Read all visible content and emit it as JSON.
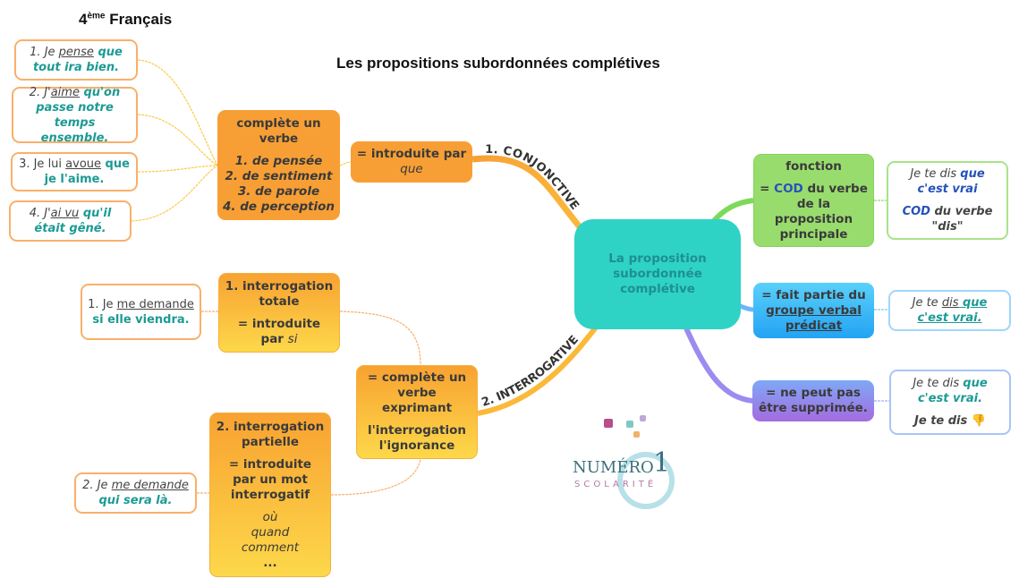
{
  "header": {
    "level_num": "4",
    "level_sup": "ème",
    "subject": "Français",
    "title": "Les propositions subordonnées complétives"
  },
  "center": {
    "label": "La proposition subordonnée complétive"
  },
  "branches": {
    "conj": "1. CONJONCTIVE",
    "interro": "2. INTERROGATIVE"
  },
  "conj": {
    "intro": {
      "l1": "= introduite par",
      "l2": "que"
    },
    "verbe": {
      "title": "complète un verbe",
      "items": [
        "1. de pensée",
        "2. de sentiment",
        "3. de parole",
        "4. de perception"
      ]
    },
    "examples": [
      {
        "num": "1. Je ",
        "verb": "pense",
        "sub": " que tout ira bien."
      },
      {
        "num": "2. J'",
        "verb": "aime",
        "sub": " qu'on passe notre temps ensemble."
      },
      {
        "num": "3. Je lui ",
        "verb": "avoue",
        "sub": " que je l'aime."
      },
      {
        "num": "4. J'",
        "verb": "ai vu",
        "sub": " qu'il était gêné."
      }
    ]
  },
  "interro": {
    "main": {
      "l1": "= complète un verbe exprimant",
      "l2": "l'interrogation",
      "l3": "l'ignorance"
    },
    "totale": {
      "title": "1. interrogation totale",
      "l2": "=  introduite par ",
      "si": "si"
    },
    "partielle": {
      "title": "2. interrogation partielle",
      "l2": "= introduite par un mot interrogatif",
      "words": [
        "où",
        "quand",
        "comment",
        "..."
      ]
    },
    "ex_totale": {
      "pre": "1. Je ",
      "verb": "me demande",
      "sub": " si elle viendra."
    },
    "ex_partielle": {
      "pre": "2. Je ",
      "verb": "me demande",
      "sub": "qui sera là."
    }
  },
  "right": {
    "fonction": {
      "title": "fonction",
      "eq": "= ",
      "cod": "COD",
      "rest": " du verbe de la proposition principale"
    },
    "fonction_ex": {
      "pre": "Je te dis ",
      "sub": "que c'est vrai",
      "cod": "COD",
      "rest": " du verbe \"dis\""
    },
    "gv": {
      "pre": "= fait partie du ",
      "u": "groupe verbal prédicat"
    },
    "gv_ex": {
      "pre": "Je te ",
      "verb": "dis",
      "sub": " que c'est vrai."
    },
    "supp": {
      "label": "= ne peut pas être supprimée."
    },
    "supp_ex": {
      "pre": "Je te dis ",
      "sub": "que c'est vrai.",
      "l2": "Je te dis",
      "icon": "thumbs-down-icon"
    }
  },
  "logo": {
    "l1": "NUMÉRO",
    "num": "1",
    "l2": "SCOLARITÉ"
  },
  "colors": {
    "orange": "#f79f35",
    "teal": "#2ed3c6",
    "green": "#98dc6e",
    "blue": "#23a3f3",
    "purple": "#a36ce0",
    "teal_text": "#1c9a94"
  }
}
